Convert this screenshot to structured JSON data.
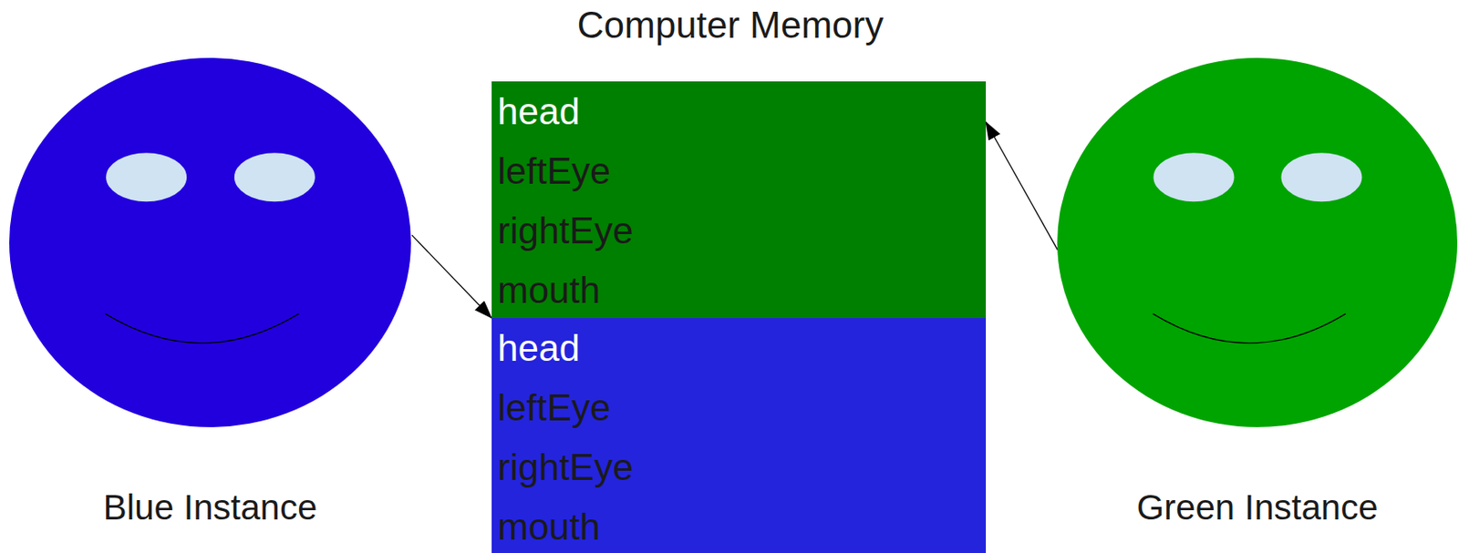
{
  "diagram": {
    "title": "Computer Memory",
    "nodes": [
      {
        "text": [
          "Blue Instance"
        ]
      },
      {
        "text": [
          "head",
          "leftEye",
          "rightEye",
          "mouth"
        ]
      },
      {
        "text": [
          "head",
          "leftEye",
          "rightEye",
          "mouth"
        ]
      },
      {
        "text": [
          "Green Instance"
        ]
      }
    ],
    "edges": [
      {
        "from": 0,
        "to": 2,
        "arrow": "to"
      },
      {
        "from": 3,
        "to": 1,
        "arrow": "to"
      }
    ]
  }
}
